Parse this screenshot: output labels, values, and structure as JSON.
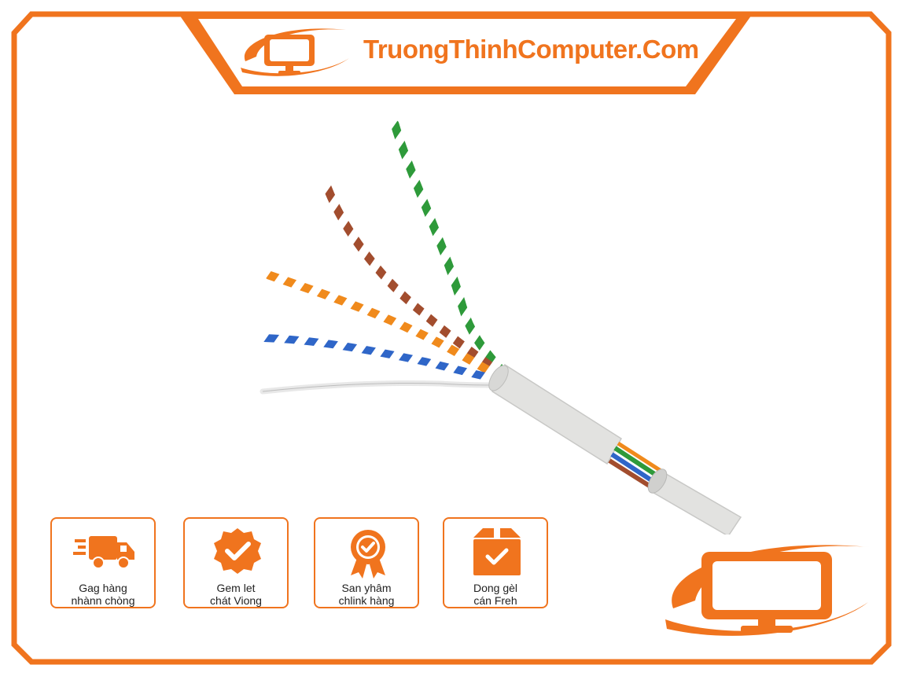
{
  "brand": {
    "name": "TruongThinhComputer.Com",
    "accent_color": "#f0741e"
  },
  "product_image": {
    "icon": "network-cable-image",
    "wire_colors": [
      "#2e9a3a",
      "#a24d2e",
      "#f08a1c",
      "#2f66c8",
      "#e6e6e6"
    ]
  },
  "badges": [
    {
      "icon": "delivery-truck-icon",
      "line1": "Gag hàng",
      "line2": "nhànn chòng"
    },
    {
      "icon": "check-seal-icon",
      "line1": "Gem let",
      "line2": "chát Viong"
    },
    {
      "icon": "award-medal-icon",
      "line1": "San yhâm",
      "line2": "chlink hàng"
    },
    {
      "icon": "checked-box-icon",
      "line1": "Dong gèl",
      "line2": "cán Freh"
    }
  ]
}
